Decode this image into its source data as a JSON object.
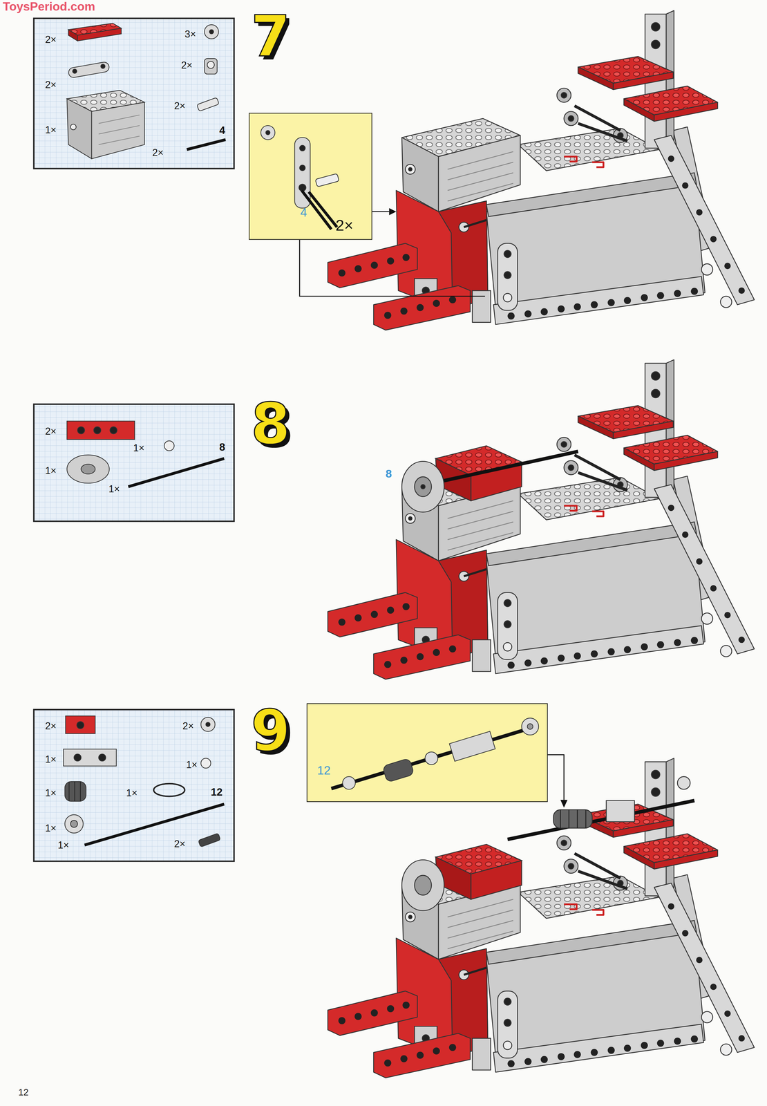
{
  "diagram": {
    "nodes": [
      {
        "text": [
          "2×",
          "2×",
          "1×",
          "3×",
          "2×",
          "2×",
          "4",
          "2×"
        ]
      },
      {
        "text": [
          "4",
          "2×"
        ]
      },
      {
        "text": [
          "2×",
          "1×",
          "8",
          "1×",
          "1×"
        ]
      },
      {
        "text": [
          "2×",
          "2×",
          "1×",
          "1×",
          "1×",
          "1×",
          "12",
          "1×",
          "1×",
          "2×"
        ]
      },
      {
        "text": [
          "12"
        ]
      }
    ],
    "labels": [
      "ToysPeriod.com",
      "7",
      "8",
      "8",
      "9",
      "12"
    ]
  }
}
